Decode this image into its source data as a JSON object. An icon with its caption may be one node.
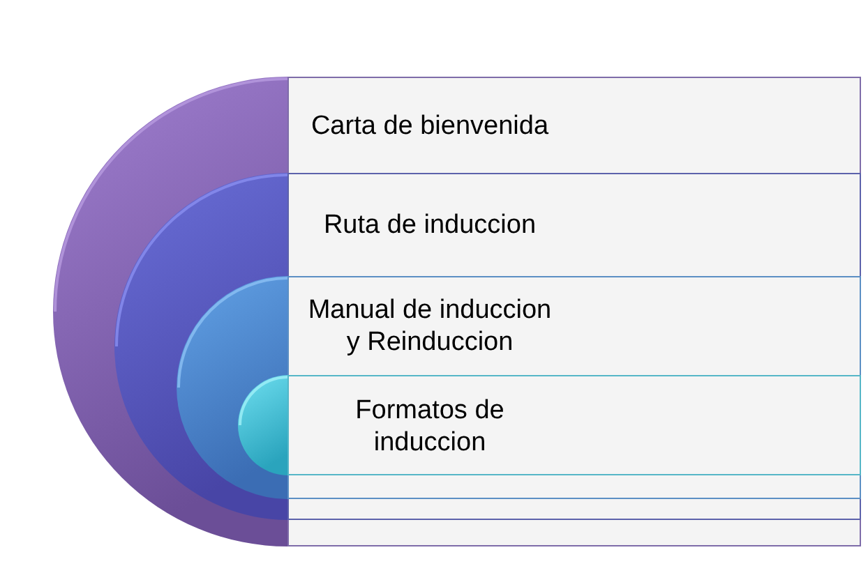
{
  "diagram": {
    "nodes": [
      {
        "text": [
          "Carta de bienvenida"
        ]
      },
      {
        "text": [
          "Ruta de induccion"
        ],
        "in": 0
      },
      {
        "text": [
          "Manual de induccion y Reinduccion"
        ],
        "in": 1
      },
      {
        "text": [
          "Formatos de induccion"
        ],
        "in": 2
      }
    ]
  }
}
